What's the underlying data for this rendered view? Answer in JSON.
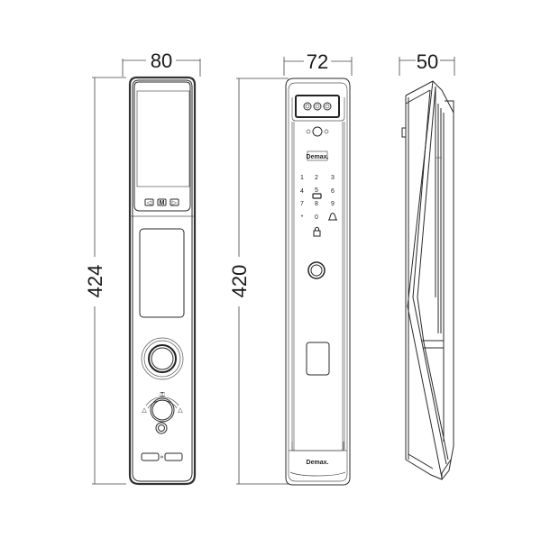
{
  "drawing": {
    "subject": "Smart door lock dimension drawing",
    "units": "mm",
    "views": [
      {
        "name": "front-view",
        "width_label": "80",
        "height_label": "424",
        "features": [
          "display-screen",
          "nav-buttons",
          "fingerprint-ring",
          "handle-knob",
          "key-cylinder",
          "bottom-buttons"
        ],
        "nav_buttons": [
          "◁",
          "M",
          "▷"
        ]
      },
      {
        "name": "back-view",
        "width_label": "72",
        "height_label": "420",
        "brand_top": "Demax.",
        "brand_bottom": "Demax.",
        "keypad": [
          "1",
          "2",
          "3",
          "4",
          "5",
          "6",
          "7",
          "8",
          "9",
          "*",
          "0",
          "🔔"
        ],
        "features": [
          "camera-module",
          "keypad",
          "lock-icon",
          "fingerprint-sensor",
          "card-reader"
        ]
      },
      {
        "name": "side-view",
        "width_label": "50"
      }
    ]
  }
}
